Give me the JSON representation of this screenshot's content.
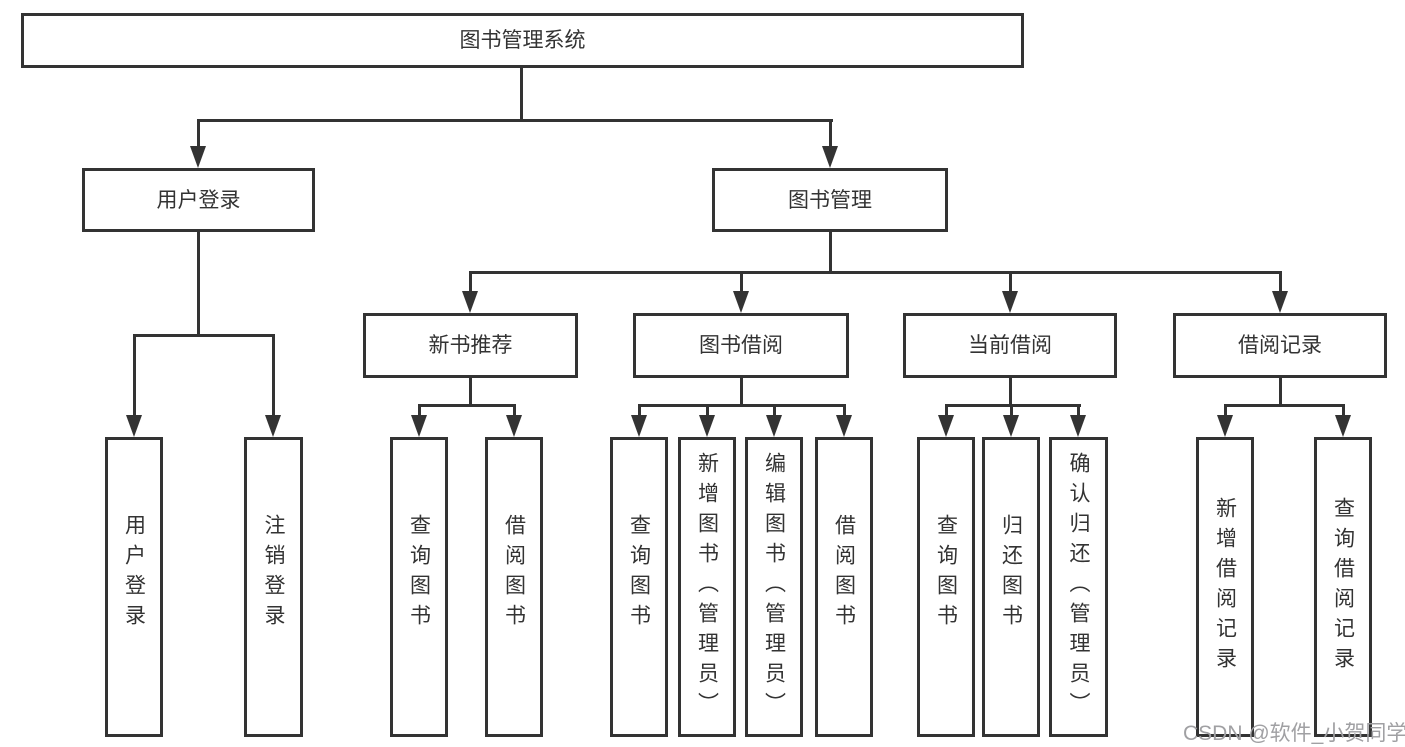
{
  "diagram": {
    "root_label": "图书管理系统",
    "branches": [
      {
        "label": "用户登录",
        "children": [
          "用户登录",
          "注销登录"
        ]
      },
      {
        "label": "图书管理",
        "groups": [
          {
            "label": "新书推荐",
            "children": [
              "查询图书",
              "借阅图书"
            ]
          },
          {
            "label": "图书借阅",
            "children": [
              "查询图书",
              "新增图书（管理员）",
              "编辑图书（管理员）",
              "借阅图书"
            ]
          },
          {
            "label": "当前借阅",
            "children": [
              "查询图书",
              "归还图书",
              "确认归还（管理员）"
            ]
          },
          {
            "label": "借阅记录",
            "children": [
              "新增借阅记录",
              "查询借阅记录"
            ]
          }
        ]
      }
    ],
    "colors": {
      "line": "#333333",
      "node_text": "#333333",
      "background": "#ffffff"
    }
  },
  "watermark": {
    "text": "CSDN @软件_小贺同学",
    "color": "#a0a0a3"
  }
}
